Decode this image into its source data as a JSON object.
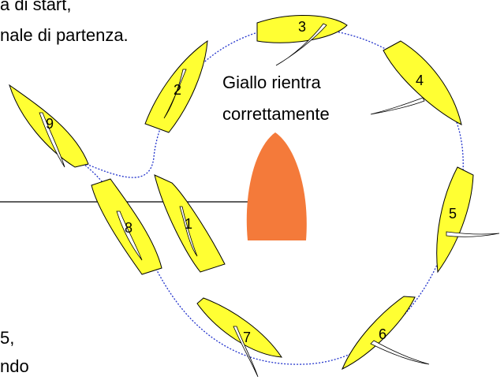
{
  "texts": {
    "top_line1": "a di start,",
    "top_line2": "nale di partenza.",
    "annotation_line1": "Giallo rientra",
    "annotation_line2": "correttamente",
    "bottom_line1": "5,",
    "bottom_line2": "ndo"
  },
  "boats": [
    {
      "label": "1"
    },
    {
      "label": "2"
    },
    {
      "label": "3"
    },
    {
      "label": "4"
    },
    {
      "label": "5"
    },
    {
      "label": "6"
    },
    {
      "label": "7"
    },
    {
      "label": "8"
    },
    {
      "label": "9"
    }
  ],
  "colors": {
    "boat_fill": "#ffff33",
    "committee_boat_fill": "#f47a3a",
    "path_stroke": "#2233cc"
  }
}
